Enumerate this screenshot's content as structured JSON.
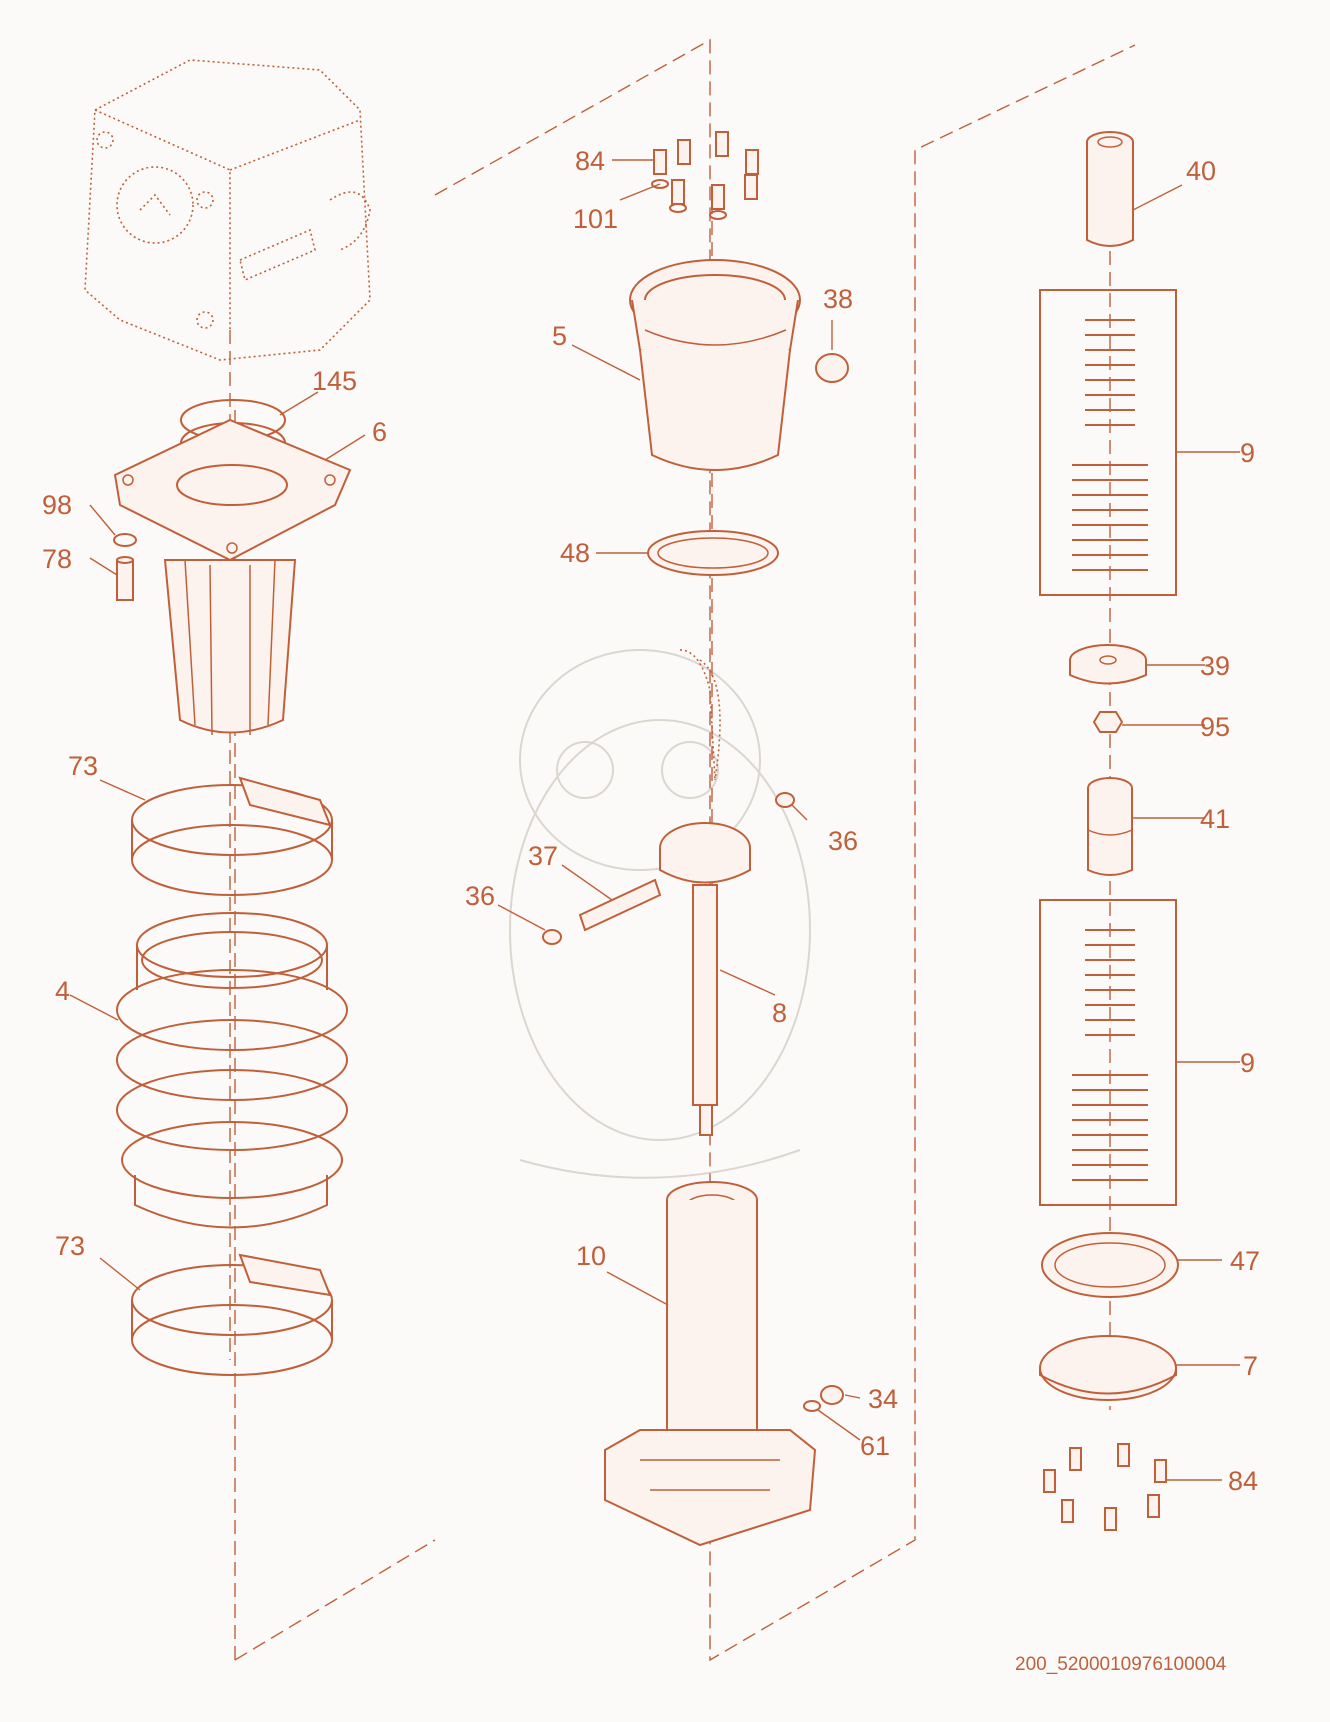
{
  "diagram": {
    "part_labels": [
      {
        "id": "lbl-84-top",
        "text": "84"
      },
      {
        "id": "lbl-101",
        "text": "101"
      },
      {
        "id": "lbl-145",
        "text": "145"
      },
      {
        "id": "lbl-6",
        "text": "6"
      },
      {
        "id": "lbl-98",
        "text": "98"
      },
      {
        "id": "lbl-78",
        "text": "78"
      },
      {
        "id": "lbl-73-top",
        "text": "73"
      },
      {
        "id": "lbl-4",
        "text": "4"
      },
      {
        "id": "lbl-73-bottom",
        "text": "73"
      },
      {
        "id": "lbl-5",
        "text": "5"
      },
      {
        "id": "lbl-38",
        "text": "38"
      },
      {
        "id": "lbl-48",
        "text": "48"
      },
      {
        "id": "lbl-36-right",
        "text": "36"
      },
      {
        "id": "lbl-37",
        "text": "37"
      },
      {
        "id": "lbl-36-left",
        "text": "36"
      },
      {
        "id": "lbl-8",
        "text": "8"
      },
      {
        "id": "lbl-10",
        "text": "10"
      },
      {
        "id": "lbl-34",
        "text": "34"
      },
      {
        "id": "lbl-61",
        "text": "61"
      },
      {
        "id": "lbl-40",
        "text": "40"
      },
      {
        "id": "lbl-9-top",
        "text": "9"
      },
      {
        "id": "lbl-39",
        "text": "39"
      },
      {
        "id": "lbl-95",
        "text": "95"
      },
      {
        "id": "lbl-41",
        "text": "41"
      },
      {
        "id": "lbl-9-bottom",
        "text": "9"
      },
      {
        "id": "lbl-47",
        "text": "47"
      },
      {
        "id": "lbl-7",
        "text": "7"
      },
      {
        "id": "lbl-84-bottom",
        "text": "84"
      }
    ],
    "drawing_code": "200_5200010976100004",
    "colors": {
      "line": "#c0603a",
      "background": "#fbfaf8"
    }
  }
}
